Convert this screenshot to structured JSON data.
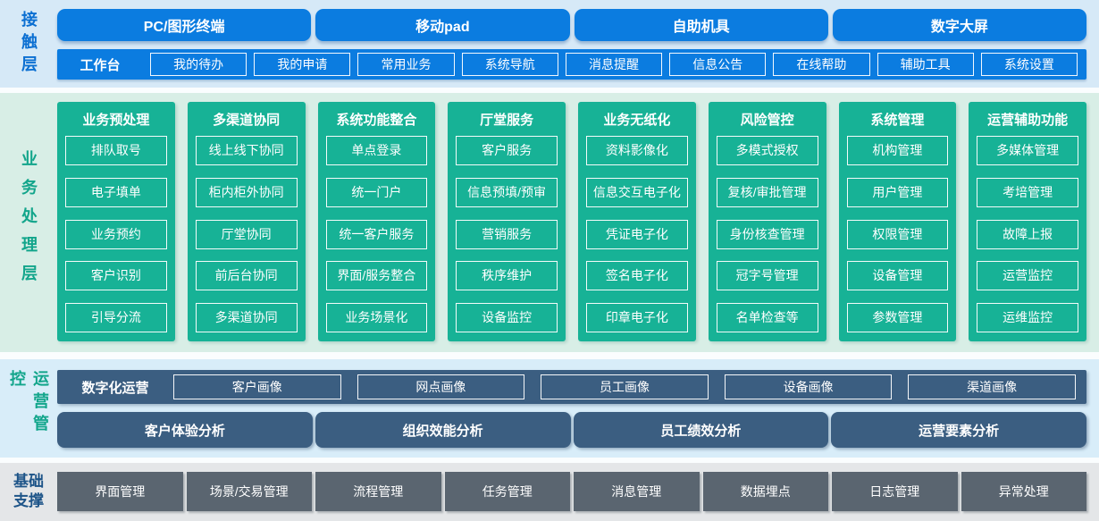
{
  "colors": {
    "bright_blue": "#0b7ce0",
    "green": "#17b296",
    "navy": "#3b5e81",
    "gray": "#5a6570",
    "contact_bg": "#d6e9f7",
    "business_bg": "#d8eee6",
    "ops_bg": "#d8edf9",
    "foundation_bg": "#e4e6e8"
  },
  "contact_layer": {
    "label": "接触层",
    "channels": [
      "PC/图形终端",
      "移动pad",
      "自助机具",
      "数字大屏"
    ],
    "workbench": {
      "label": "工作台",
      "items": [
        "我的待办",
        "我的申请",
        "常用业务",
        "系统导航",
        "消息提醒",
        "信息公告",
        "在线帮助",
        "辅助工具",
        "系统设置"
      ]
    }
  },
  "business_layer": {
    "label": "业务处理层",
    "columns": [
      {
        "title": "业务预处理",
        "items": [
          "排队取号",
          "电子填单",
          "业务预约",
          "客户识别",
          "引导分流"
        ]
      },
      {
        "title": "多渠道协同",
        "items": [
          "线上线下协同",
          "柜内柜外协同",
          "厅堂协同",
          "前后台协同",
          "多渠道协同"
        ]
      },
      {
        "title": "系统功能整合",
        "items": [
          "单点登录",
          "统一门户",
          "统一客户服务",
          "界面/服务整合",
          "业务场景化"
        ]
      },
      {
        "title": "厅堂服务",
        "items": [
          "客户服务",
          "信息预填/预审",
          "营销服务",
          "秩序维护",
          "设备监控"
        ]
      },
      {
        "title": "业务无纸化",
        "items": [
          "资料影像化",
          "信息交互电子化",
          "凭证电子化",
          "签名电子化",
          "印章电子化"
        ]
      },
      {
        "title": "风险管控",
        "items": [
          "多模式授权",
          "复核/审批管理",
          "身份核查管理",
          "冠字号管理",
          "名单检查等"
        ]
      },
      {
        "title": "系统管理",
        "items": [
          "机构管理",
          "用户管理",
          "权限管理",
          "设备管理",
          "参数管理"
        ]
      },
      {
        "title": "运营辅助功能",
        "items": [
          "多媒体管理",
          "考培管理",
          "故障上报",
          "运营监控",
          "运维监控"
        ]
      }
    ]
  },
  "operations_layer": {
    "label": "运营管控",
    "digital_ops": {
      "label": "数字化运营",
      "items": [
        "客户画像",
        "网点画像",
        "员工画像",
        "设备画像",
        "渠道画像"
      ]
    },
    "analysis": [
      "客户体验分析",
      "组织效能分析",
      "员工绩效分析",
      "运营要素分析"
    ]
  },
  "foundation_layer": {
    "label": "基础支撑",
    "items": [
      "界面管理",
      "场景/交易管理",
      "流程管理",
      "任务管理",
      "消息管理",
      "数据埋点",
      "日志管理",
      "异常处理"
    ]
  }
}
